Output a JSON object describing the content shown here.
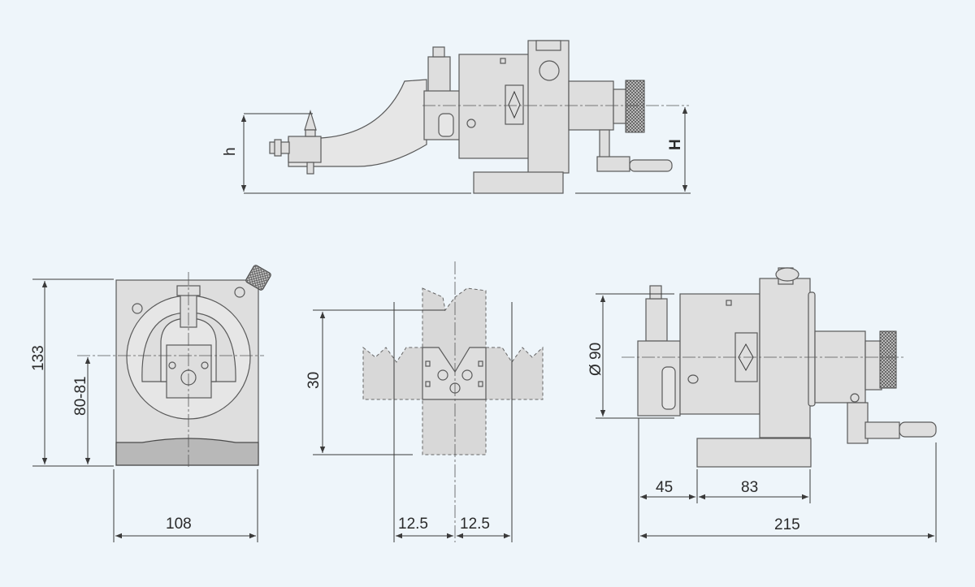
{
  "dimensions": {
    "top_height_small": "h",
    "top_height_large": "H",
    "front_height_total": "133",
    "front_center_height": "80-81",
    "front_width": "108",
    "vee_height": "30",
    "vee_left_half": "12.5",
    "vee_right_half": "12.5",
    "side_diameter": "Ø 90",
    "side_offset": "45",
    "side_body_length": "83",
    "side_total_length": "215"
  },
  "colors": {
    "background": "#eef5fa",
    "part_fill": "#dedede",
    "line": "#3a3a3a"
  }
}
